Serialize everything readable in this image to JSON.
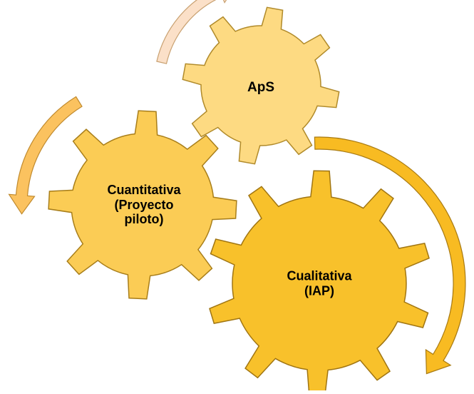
{
  "gears": [
    {
      "id": "aps",
      "label": "ApS",
      "fill": "#FDDA82",
      "stroke": "#B08A2A"
    },
    {
      "id": "cuantitativa",
      "label": "Cuantitativa\n(Proyecto\npiloto)",
      "fill": "#FBCC55",
      "stroke": "#A87E1A"
    },
    {
      "id": "cualitativa",
      "label": "Cualitativa\n(IAP)",
      "fill": "#F8C12B",
      "stroke": "#A07512"
    }
  ],
  "arrows": [
    {
      "id": "arrow-aps",
      "fill": "#FBE0C8",
      "stroke": "#C8A070"
    },
    {
      "id": "arrow-cuantitativa",
      "fill": "#FBC25F",
      "stroke": "#C08A2E"
    },
    {
      "id": "arrow-cualitativa",
      "fill": "#F8BB22",
      "stroke": "#A87A12"
    }
  ]
}
